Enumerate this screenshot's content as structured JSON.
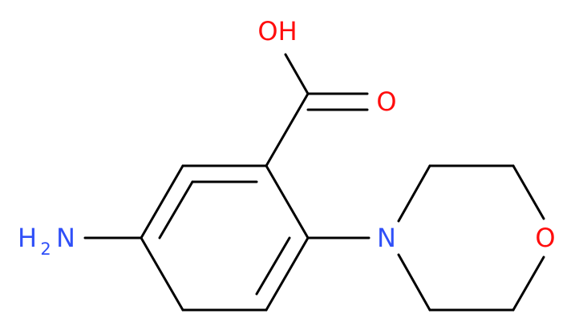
{
  "molecule": {
    "atoms": {
      "hydroxyl": {
        "text": "OH",
        "color": "#ff0d0d"
      },
      "carbonyl_oxygen": {
        "text": "O",
        "color": "#ff0d0d"
      },
      "amine": {
        "text_h": "H",
        "text_sub": "2",
        "text_n": "N",
        "color": "#3050f8"
      },
      "morpholine_nitrogen": {
        "text": "N",
        "color": "#3050f8"
      },
      "morpholine_oxygen": {
        "text": "O",
        "color": "#ff0d0d"
      }
    },
    "bond_color": "#000000"
  }
}
